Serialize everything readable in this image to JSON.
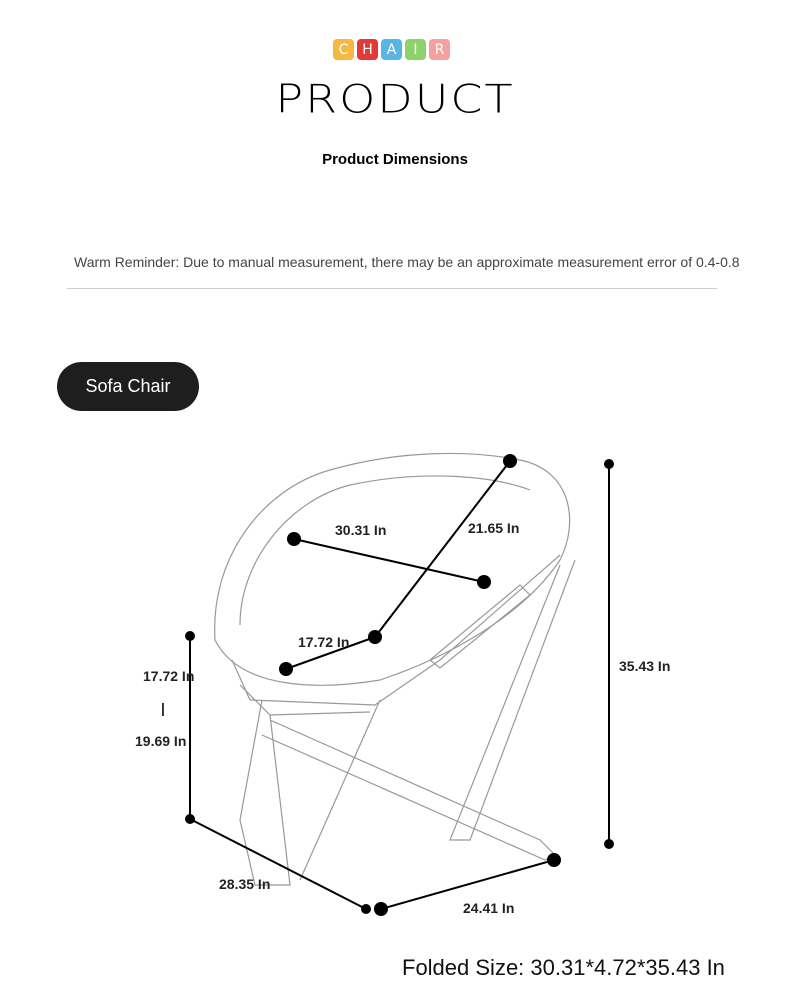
{
  "logo": {
    "letters": [
      "C",
      "H",
      "A",
      "I",
      "R"
    ],
    "colors": [
      "#f5b942",
      "#e03a3a",
      "#5ab4e6",
      "#8fd16a",
      "#f2a0a0"
    ]
  },
  "title": "PRODUCT",
  "subtitle": "Product Dimensions",
  "reminder": "Warm Reminder: Due to manual measurement, there may be an approximate measurement error of 0.4-0.8",
  "badge": "Sofa Chair",
  "dimensions": {
    "width": "30.31 In",
    "depth_diag": "21.65 In",
    "seat_depth": "17.72 In",
    "seat_height_a": "17.72 In",
    "separator": "|",
    "seat_height_b": "19.69 In",
    "height": "35.43 In",
    "base_depth": "28.35 In",
    "base_width": "24.41 In"
  },
  "folded": "Folded Size: 30.31*4.72*35.43 In"
}
